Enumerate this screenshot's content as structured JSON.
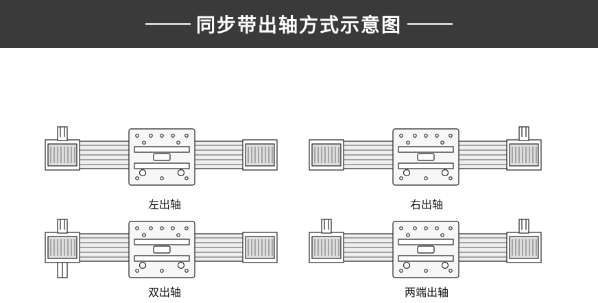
{
  "header": {
    "title": "同步带出轴方式示意图"
  },
  "diagrams": [
    {
      "caption": "左出轴",
      "shaft": "left"
    },
    {
      "caption": "右出轴",
      "shaft": "right"
    },
    {
      "caption": "双出轴",
      "shaft": "both"
    },
    {
      "caption": "两端出轴",
      "shaft": "ends"
    }
  ],
  "colors": {
    "header_bg": "#3a3a3a",
    "line": "#222222",
    "rail_fill": "#eeeeee",
    "block_fill": "#f7f7f7"
  }
}
